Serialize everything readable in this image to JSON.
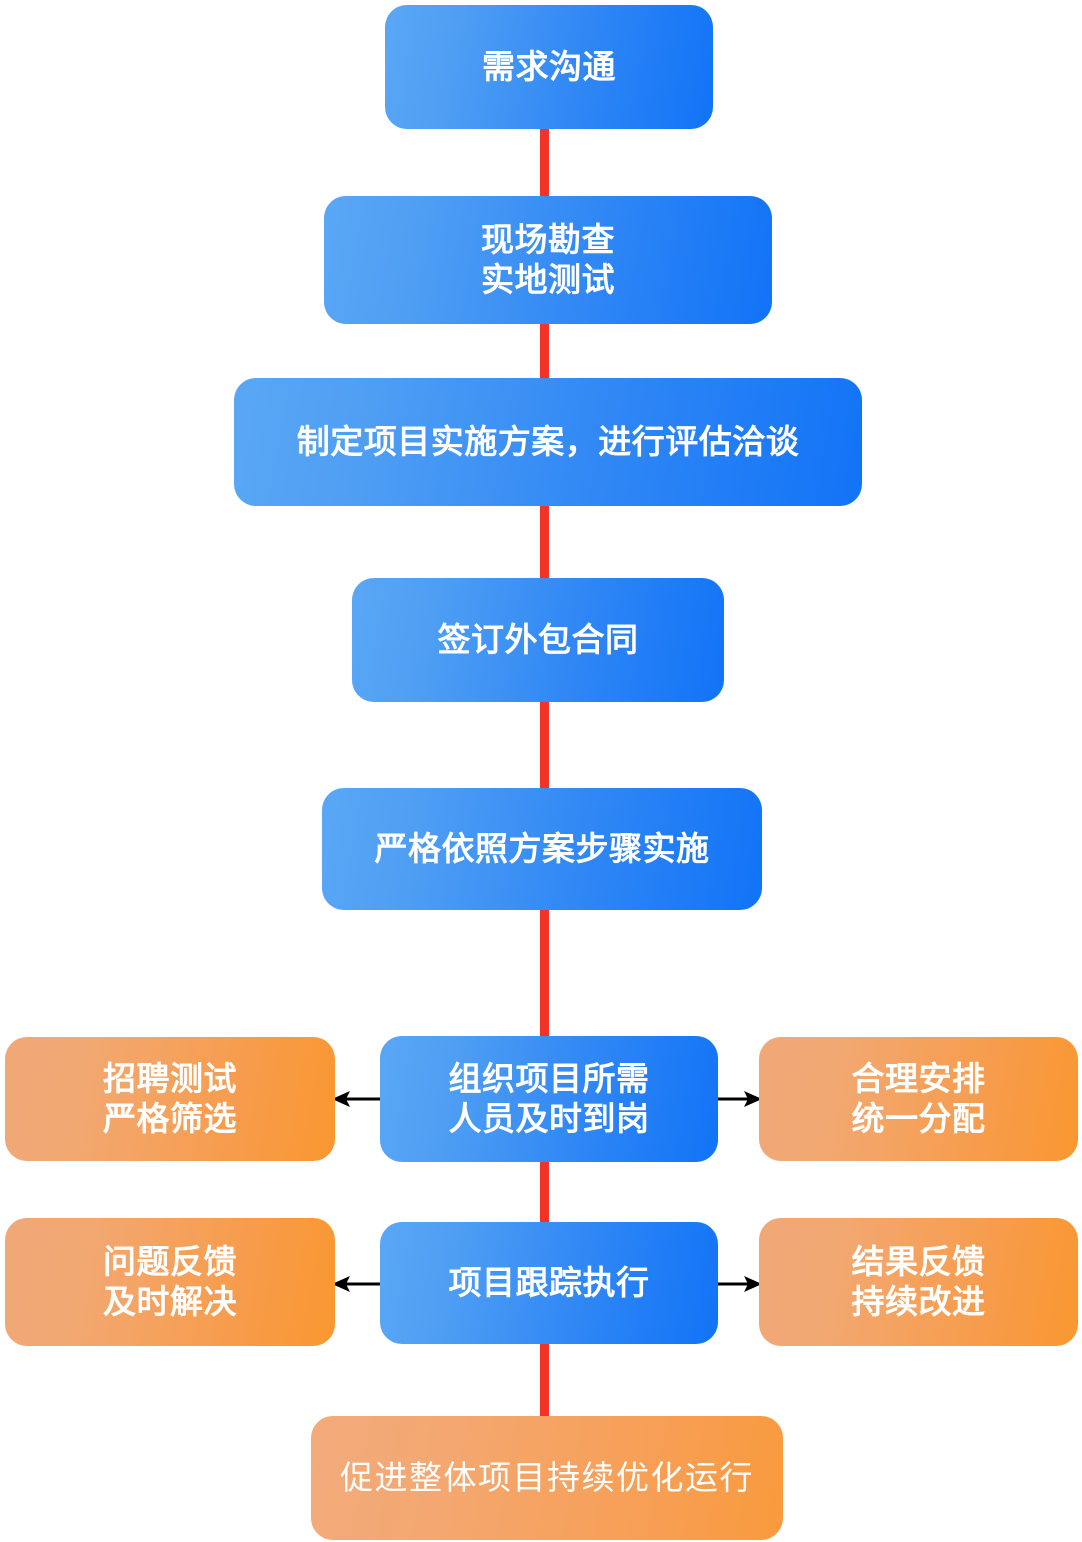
{
  "diagram": {
    "title_text": "",
    "colors": {
      "spine": "#f43228",
      "blue_light": "#5aa7f5",
      "blue_dark": "#1173f7",
      "orange_light": "#f0a878",
      "orange_dark": "#fa9730",
      "arrow": "#000000",
      "node_text": "#ffffff",
      "background": "#ffffff"
    },
    "spine_label": "vertical-red-connector"
  },
  "nodes": {
    "step1": {
      "label": "需求沟通",
      "type": "blue",
      "role": "main-step"
    },
    "step2": {
      "label": "现场勘查\n实地测试",
      "type": "blue",
      "role": "main-step"
    },
    "step3": {
      "label": "制定项目实施方案，进行评估洽谈",
      "type": "blue",
      "role": "main-step"
    },
    "step4": {
      "label": "签订外包合同",
      "type": "blue",
      "role": "main-step"
    },
    "step5": {
      "label": "严格依照方案步骤实施",
      "type": "blue",
      "role": "main-step"
    },
    "step6": {
      "label": "组织项目所需\n人员及时到岗",
      "type": "blue",
      "role": "main-step"
    },
    "step6_left": {
      "label": "招聘测试\n严格筛选",
      "type": "orange",
      "role": "branch-left"
    },
    "step6_right": {
      "label": "合理安排\n统一分配",
      "type": "orange",
      "role": "branch-right"
    },
    "step7": {
      "label": "项目跟踪执行",
      "type": "blue",
      "role": "main-step"
    },
    "step7_left": {
      "label": "问题反馈\n及时解决",
      "type": "orange",
      "role": "branch-left"
    },
    "step7_right": {
      "label": "结果反馈\n持续改进",
      "type": "orange",
      "role": "branch-right"
    },
    "step8": {
      "label": "促进整体项目持续优化运行",
      "type": "orange-final",
      "role": "outcome"
    }
  },
  "arrows": {
    "a1": {
      "direction": "left",
      "from": "step6",
      "to": "step6_left"
    },
    "a2": {
      "direction": "right",
      "from": "step6",
      "to": "step6_right"
    },
    "a3": {
      "direction": "left",
      "from": "step7",
      "to": "step7_left"
    },
    "a4": {
      "direction": "right",
      "from": "step7",
      "to": "step7_right"
    }
  }
}
